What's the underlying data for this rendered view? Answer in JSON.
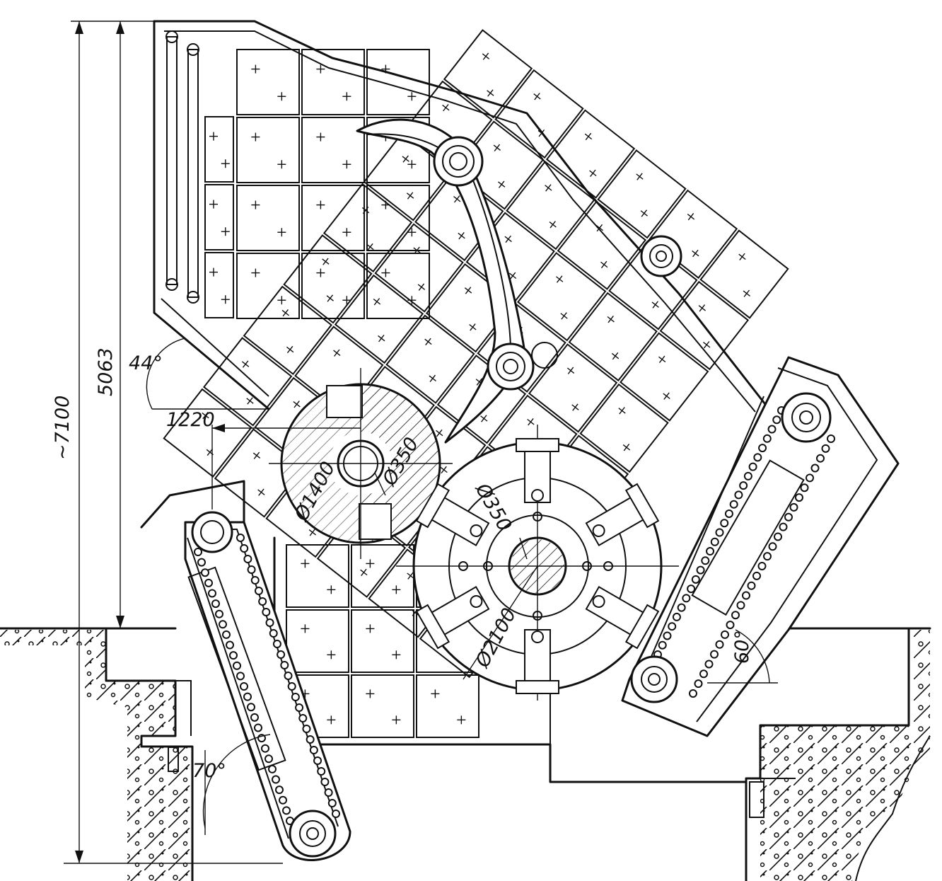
{
  "labels": {
    "height_total": "~7100",
    "height_partial": "5063",
    "angle_hopper": "44°",
    "offset": "1220",
    "dia_small_rotor": "Ø1400",
    "dia_shaft_1": "Ø350",
    "dia_shaft_2": "Ø350",
    "dia_large_rotor": "Ø2100",
    "angle_left_conveyor": "70°",
    "angle_right_conveyor": "60°"
  },
  "colors": {
    "ink": "#111111",
    "paper": "#ffffff"
  }
}
